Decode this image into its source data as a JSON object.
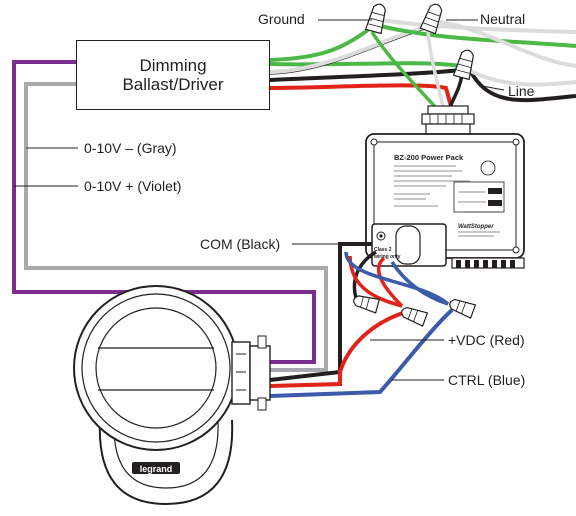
{
  "labels": {
    "ground": "Ground",
    "neutral": "Neutral",
    "line": "Line",
    "ballast_line1": "Dimming",
    "ballast_line2": "Ballast/Driver",
    "gray": "0-10V – (Gray)",
    "violet": "0-10V + (Violet)",
    "com": "COM (Black)",
    "vdc": "+VDC (Red)",
    "ctrl": "CTRL (Blue)"
  },
  "power_pack": {
    "title": "BZ-200 Power Pack",
    "brand": "WattStopper",
    "class2_line1": "Class 2",
    "class2_line2": "wiring only"
  },
  "sensor": {
    "brand": "legrand"
  },
  "colors": {
    "violet": "#7b2d8e",
    "gray": "#a7a9ac",
    "black": "#231f20",
    "red": "#e2231a",
    "blue": "#3b5ba9",
    "green": "#4cb848",
    "white_wire": "#e6e6e6"
  }
}
